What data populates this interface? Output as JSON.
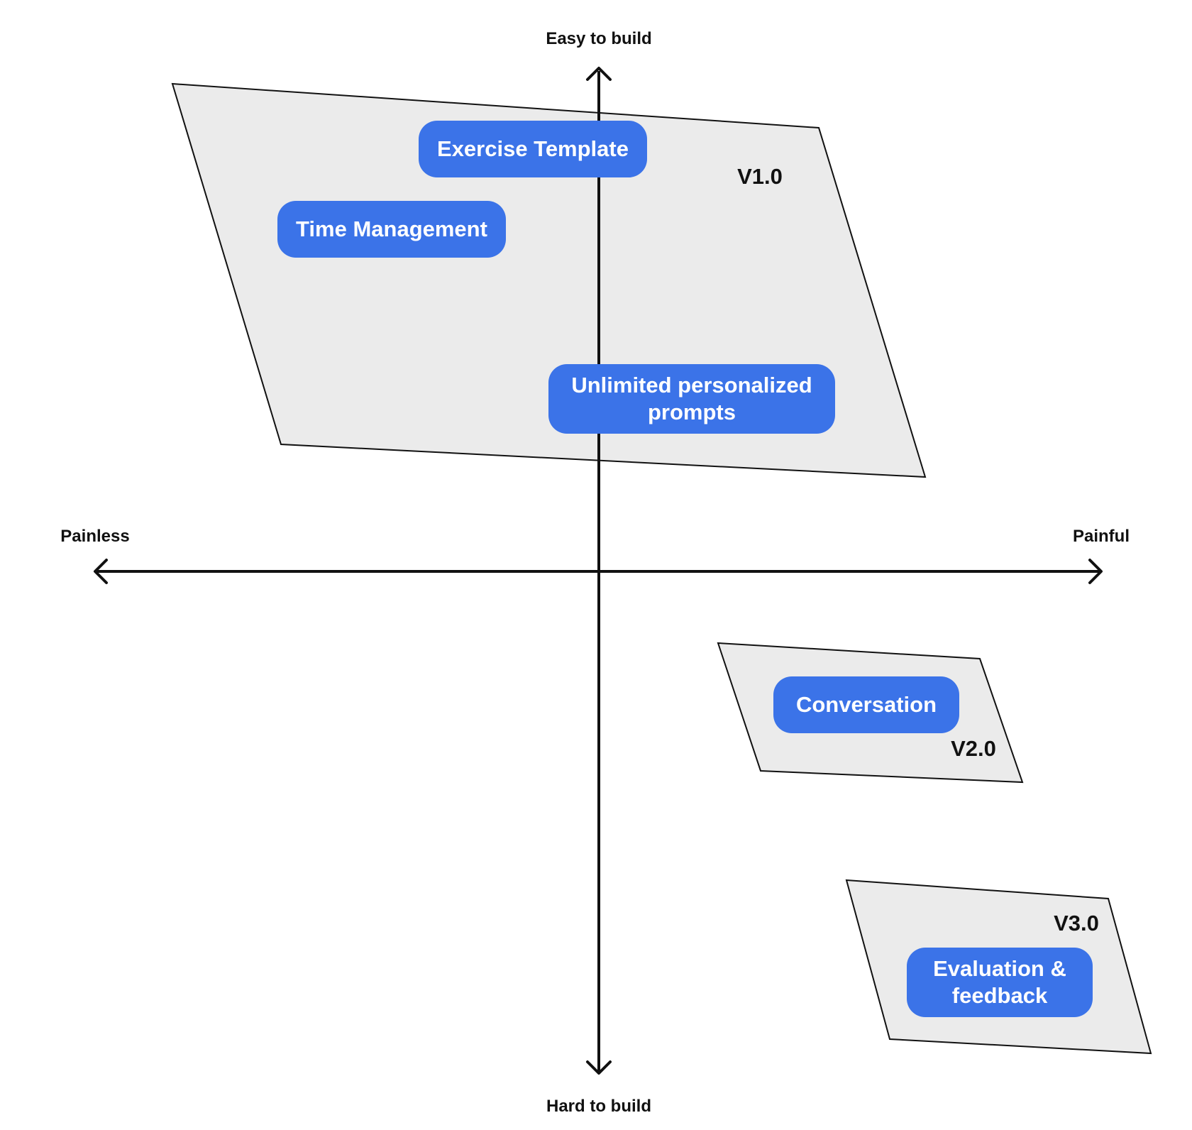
{
  "axes": {
    "top": "Easy to build",
    "bottom": "Hard to build",
    "left": "Painless",
    "right": "Painful"
  },
  "groups": [
    {
      "version": "V1.0"
    },
    {
      "version": "V2.0"
    },
    {
      "version": "V3.0"
    }
  ],
  "features": {
    "exercise_template": "Exercise Template",
    "time_management": "Time Management",
    "unlimited_prompts": "Unlimited personalized\nprompts",
    "conversation": "Conversation",
    "evaluation_feedback": "Evaluation &\nfeedback"
  },
  "colors": {
    "pill": "#3b73e8",
    "region_fill": "#ebebeb",
    "stroke": "#111111"
  }
}
